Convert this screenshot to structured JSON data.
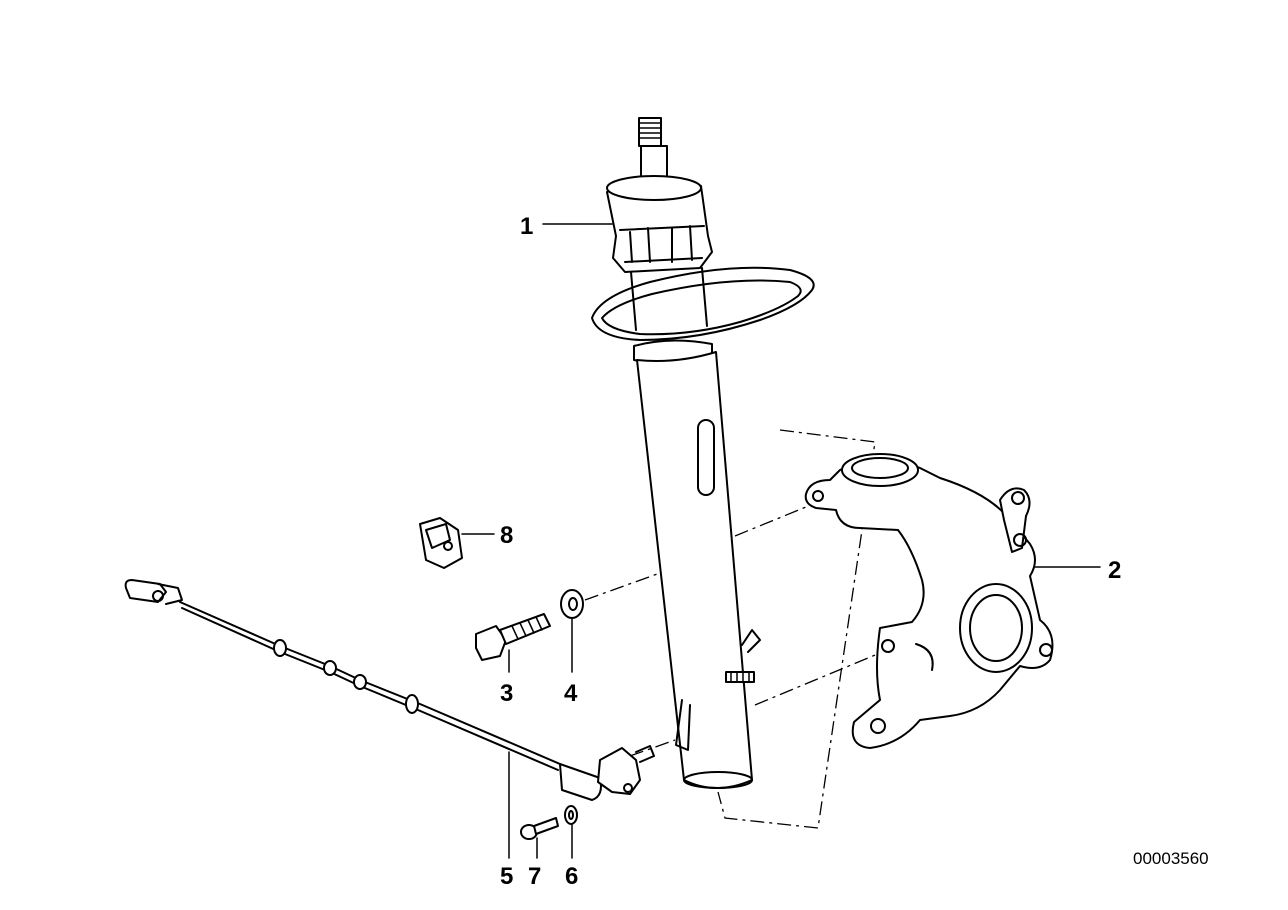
{
  "diagram": {
    "reference_number": "00003560",
    "callouts": [
      {
        "id": "1",
        "label": "1"
      },
      {
        "id": "2",
        "label": "2"
      },
      {
        "id": "3",
        "label": "3"
      },
      {
        "id": "4",
        "label": "4"
      },
      {
        "id": "5",
        "label": "5"
      },
      {
        "id": "6",
        "label": "6"
      },
      {
        "id": "7",
        "label": "7"
      },
      {
        "id": "8",
        "label": "8"
      }
    ],
    "parts": [
      {
        "callout": "1",
        "icon": "strut-icon"
      },
      {
        "callout": "2",
        "icon": "steering-knuckle-icon"
      },
      {
        "callout": "3",
        "icon": "hex-bolt-icon"
      },
      {
        "callout": "4",
        "icon": "washer-icon"
      },
      {
        "callout": "5",
        "icon": "sensor-cable-icon"
      },
      {
        "callout": "6",
        "icon": "small-washer-icon"
      },
      {
        "callout": "7",
        "icon": "screw-icon"
      },
      {
        "callout": "8",
        "icon": "clip-icon"
      }
    ]
  }
}
